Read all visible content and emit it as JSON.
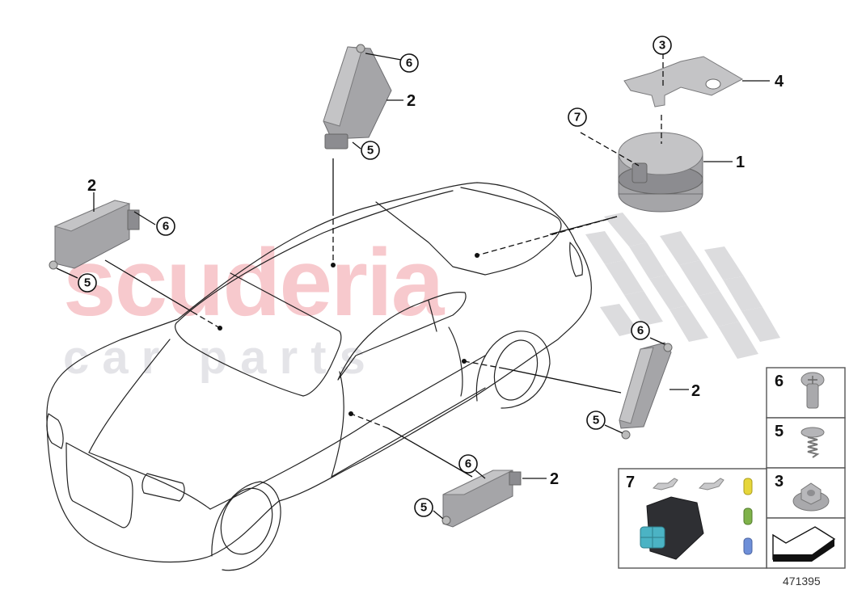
{
  "diagram": {
    "id_number": "471395",
    "watermark": {
      "main": "scuderia",
      "sub": "c a r   p a r t s"
    },
    "colors": {
      "watermark_main": "#f7c9cd",
      "watermark_sub": "#e4e4e8",
      "line": "#111111",
      "part_gray": "#a5a5a8",
      "checker": "#dcdcde"
    }
  },
  "callouts": [
    {
      "ref": "1",
      "style": "plain",
      "part": "alarm siren"
    },
    {
      "ref": "2",
      "style": "plain",
      "part": "control module (roof)"
    },
    {
      "ref": "2",
      "style": "plain",
      "part": "control module (windscreen)"
    },
    {
      "ref": "2",
      "style": "plain",
      "part": "control module (rear door)"
    },
    {
      "ref": "2",
      "style": "plain",
      "part": "control module (front door)"
    },
    {
      "ref": "3",
      "style": "circled",
      "part": "nut"
    },
    {
      "ref": "4",
      "style": "plain",
      "part": "bracket"
    },
    {
      "ref": "5",
      "style": "circled",
      "part": "screw"
    },
    {
      "ref": "6",
      "style": "circled",
      "part": "bolt"
    },
    {
      "ref": "7",
      "style": "circled",
      "part": "connector kit"
    }
  ],
  "labels": {
    "siren_1": "1",
    "bracket_4": "4",
    "nut_3": "3",
    "conn_7": "7",
    "roof_2": "2",
    "roof_6": "6",
    "roof_5": "5",
    "ws_2": "2",
    "ws_6": "6",
    "ws_5": "5",
    "rear_2": "2",
    "rear_6": "6",
    "rear_5": "5",
    "front_2": "2",
    "front_6": "6",
    "front_5": "5"
  },
  "legend": {
    "items": [
      {
        "num": "6",
        "icon": "torx-bolt-icon"
      },
      {
        "num": "5",
        "icon": "self-tapping-screw-icon"
      },
      {
        "num": "3",
        "icon": "flange-nut-icon"
      },
      {
        "num": "7",
        "icon": "connector-kit-icon"
      },
      {
        "num": "",
        "icon": "direction-arrow-icon"
      }
    ],
    "connector_seal_colors": [
      "#e6d63a",
      "#7fb24a",
      "#6e8fd8"
    ],
    "connector_housing_color": "#2e2f33",
    "connector_insert_color": "#4bb3c4"
  }
}
